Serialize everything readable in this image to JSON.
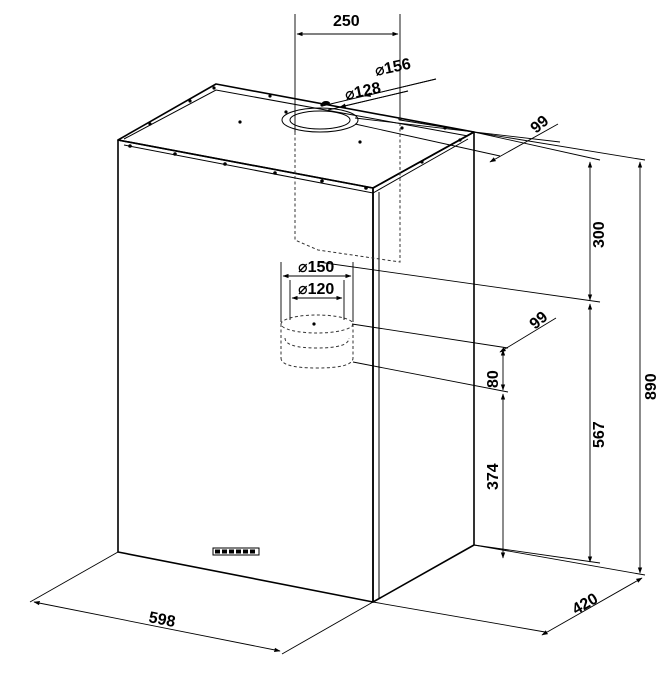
{
  "dimensions": {
    "top_width": "250",
    "outer_diameter_top": "⌀156",
    "inner_diameter_top": "⌀128",
    "top_offset": "99",
    "chimney_height": "300",
    "total_height": "890",
    "outer_diameter_mid": "⌀150",
    "inner_diameter_mid": "⌀120",
    "mid_offset": "99",
    "collar_height": "80",
    "lower_height": "567",
    "bottom_height": "374",
    "width": "598",
    "depth": "420"
  },
  "colors": {
    "line": "#000000",
    "background": "#ffffff"
  }
}
